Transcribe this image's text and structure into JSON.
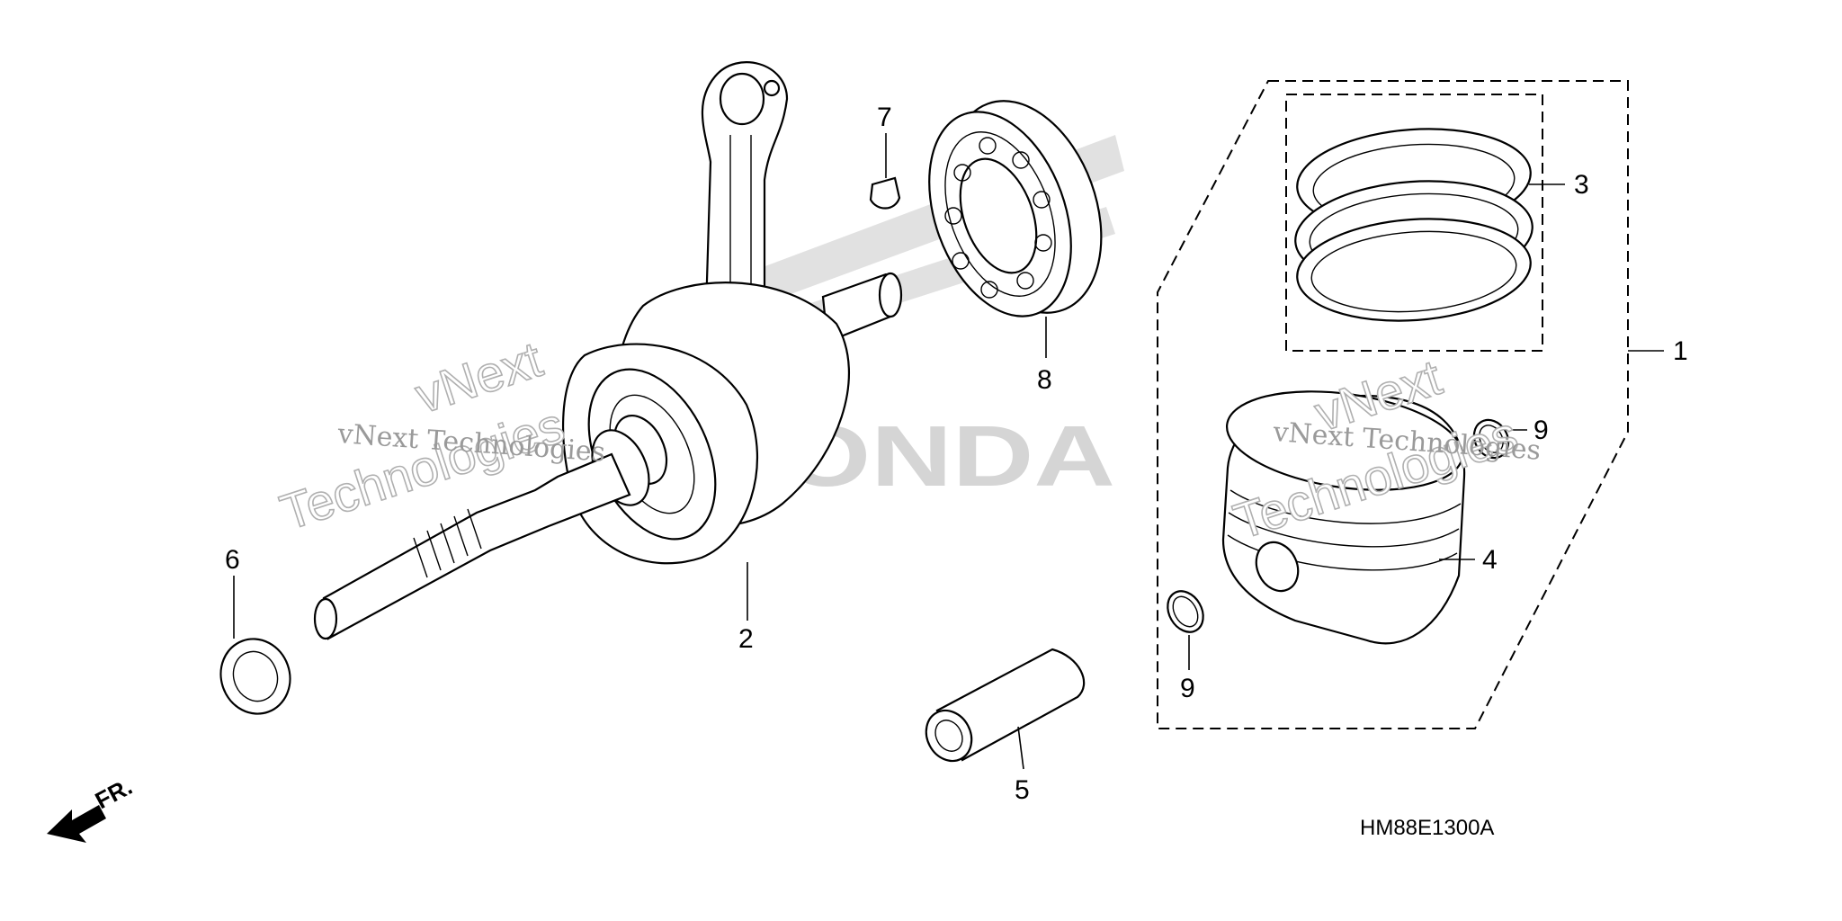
{
  "callouts": {
    "c1": "1",
    "c2": "2",
    "c3": "3",
    "c4": "4",
    "c5": "5",
    "c6": "6",
    "c7": "7",
    "c8": "8",
    "c9a": "9",
    "c9b": "9"
  },
  "diagram_code": "HM88E1300A",
  "front_label": "FR.",
  "watermark": {
    "line1": "vNext Technologies",
    "outline_top": "vNext",
    "outline_bottom": "Technologies"
  },
  "brand_logo": "HONDA"
}
